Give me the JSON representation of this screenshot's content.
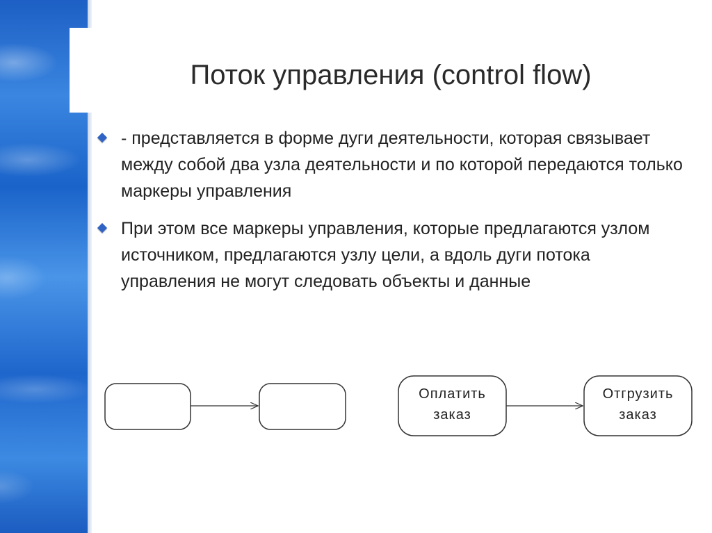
{
  "title": "Поток управления (control flow)",
  "bullets": [
    {
      "text": "- представляется в форме дуги деятельности, которая связывает между собой два узла деятельности и по которой передаются только маркеры управления"
    },
    {
      "text": "При этом все маркеры управления, которые предлагаются узлом источником, предлагаются узлу цели, а вдоль дуги потока управления не могут следовать объекты и данные"
    }
  ],
  "diagram": {
    "generic": {
      "source": "",
      "target": ""
    },
    "example": {
      "source": {
        "line1": "Оплатить",
        "line2": "заказ"
      },
      "target": {
        "line1": "Отгрузить",
        "line2": "заказ"
      }
    }
  }
}
